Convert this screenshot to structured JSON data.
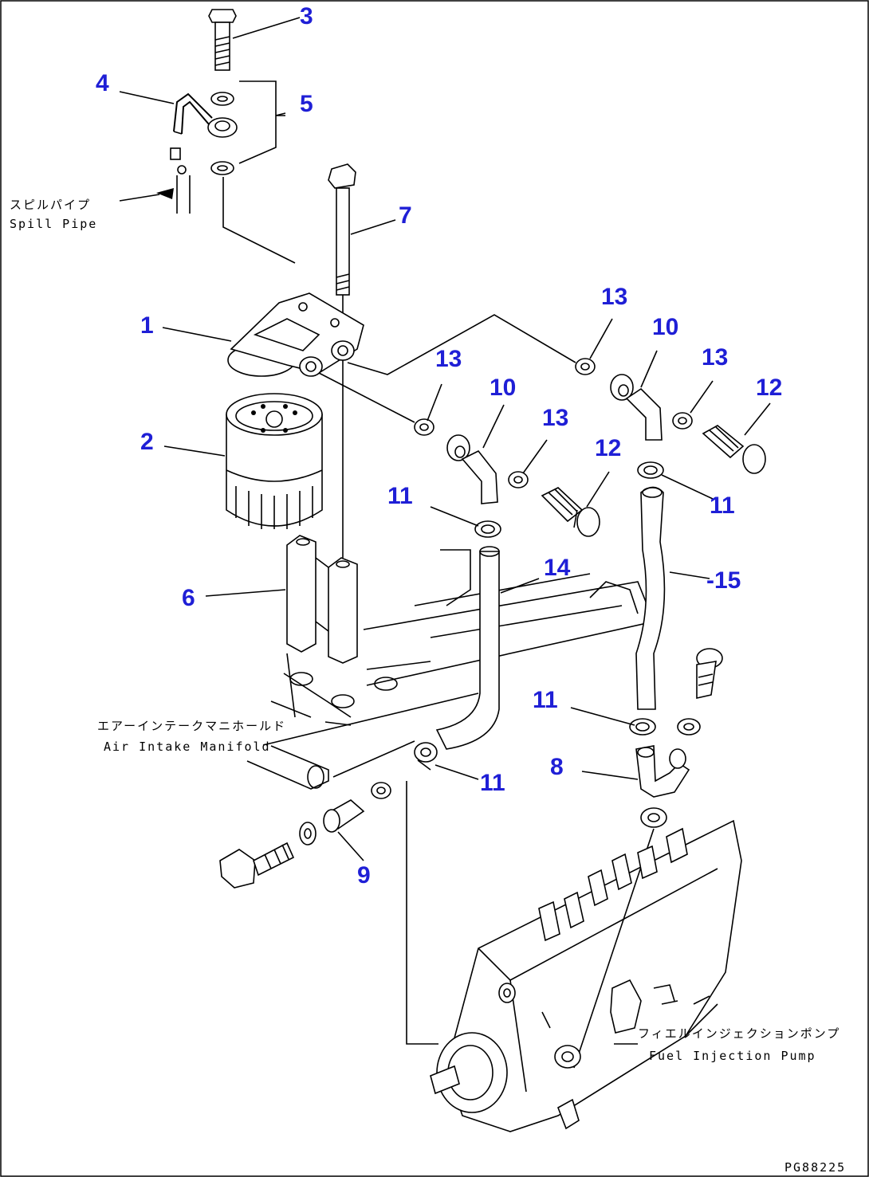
{
  "callouts": {
    "c1": "1",
    "c2": "2",
    "c3": "3",
    "c4": "4",
    "c5": "5",
    "c6": "6",
    "c7": "7",
    "c8": "8",
    "c9": "9",
    "c10a": "10",
    "c10b": "10",
    "c11a": "11",
    "c11b": "11",
    "c11c": "11",
    "c11d": "11",
    "c12a": "12",
    "c12b": "12",
    "c13a": "13",
    "c13b": "13",
    "c13c": "13",
    "c13d": "13",
    "c14": "14",
    "c15": "-15"
  },
  "labels": {
    "spill_pipe_jp": "スピルパイプ",
    "spill_pipe_en": "Spill Pipe",
    "air_intake_jp": "エアーインテークマニホールド",
    "air_intake_en": "Air Intake Manifold",
    "fuel_pump_jp": "フィエルインジェクションポンプ",
    "fuel_pump_en": "Fuel Injection Pump",
    "drawing_code": "PG88225"
  },
  "colors": {
    "callout": "#1f1fd6",
    "line": "#000000"
  }
}
